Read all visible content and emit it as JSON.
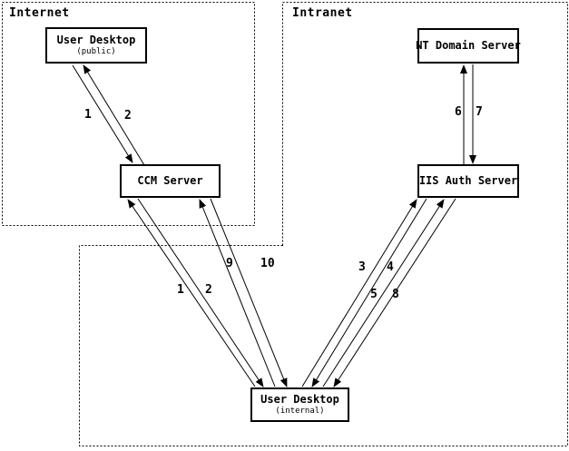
{
  "regions": {
    "internet": {
      "label": "Internet"
    },
    "intranet": {
      "label": "Intranet"
    }
  },
  "nodes": {
    "user_desktop_public": {
      "title": "User Desktop",
      "subtitle": "(public)"
    },
    "ccm_server": {
      "title": "CCM Server"
    },
    "nt_domain_server": {
      "title": "NT Domain Server"
    },
    "iis_auth_server": {
      "title": "IIS Auth Server"
    },
    "user_desktop_internal": {
      "title": "User Desktop",
      "subtitle": "(internal)"
    }
  },
  "arrows": {
    "n1_public_desktop_to_ccm": {
      "label": "1"
    },
    "n2_ccm_to_public_desktop": {
      "label": "2"
    },
    "n1_internal_desktop_to_ccm": {
      "label": "1"
    },
    "n2_ccm_to_internal_desktop": {
      "label": "2"
    },
    "n3_internal_desktop_to_iis": {
      "label": "3"
    },
    "n4_iis_to_internal_desktop": {
      "label": "4"
    },
    "n5_internal_desktop_to_iis": {
      "label": "5"
    },
    "n6_iis_to_nt_domain": {
      "label": "6"
    },
    "n7_nt_domain_to_iis": {
      "label": "7"
    },
    "n8_iis_to_internal_desktop": {
      "label": "8"
    },
    "n9_internal_desktop_to_ccm": {
      "label": "9"
    },
    "n10_ccm_to_internal_desktop": {
      "label": "10"
    }
  },
  "colors": {
    "line": "#000000",
    "background": "#ffffff"
  }
}
